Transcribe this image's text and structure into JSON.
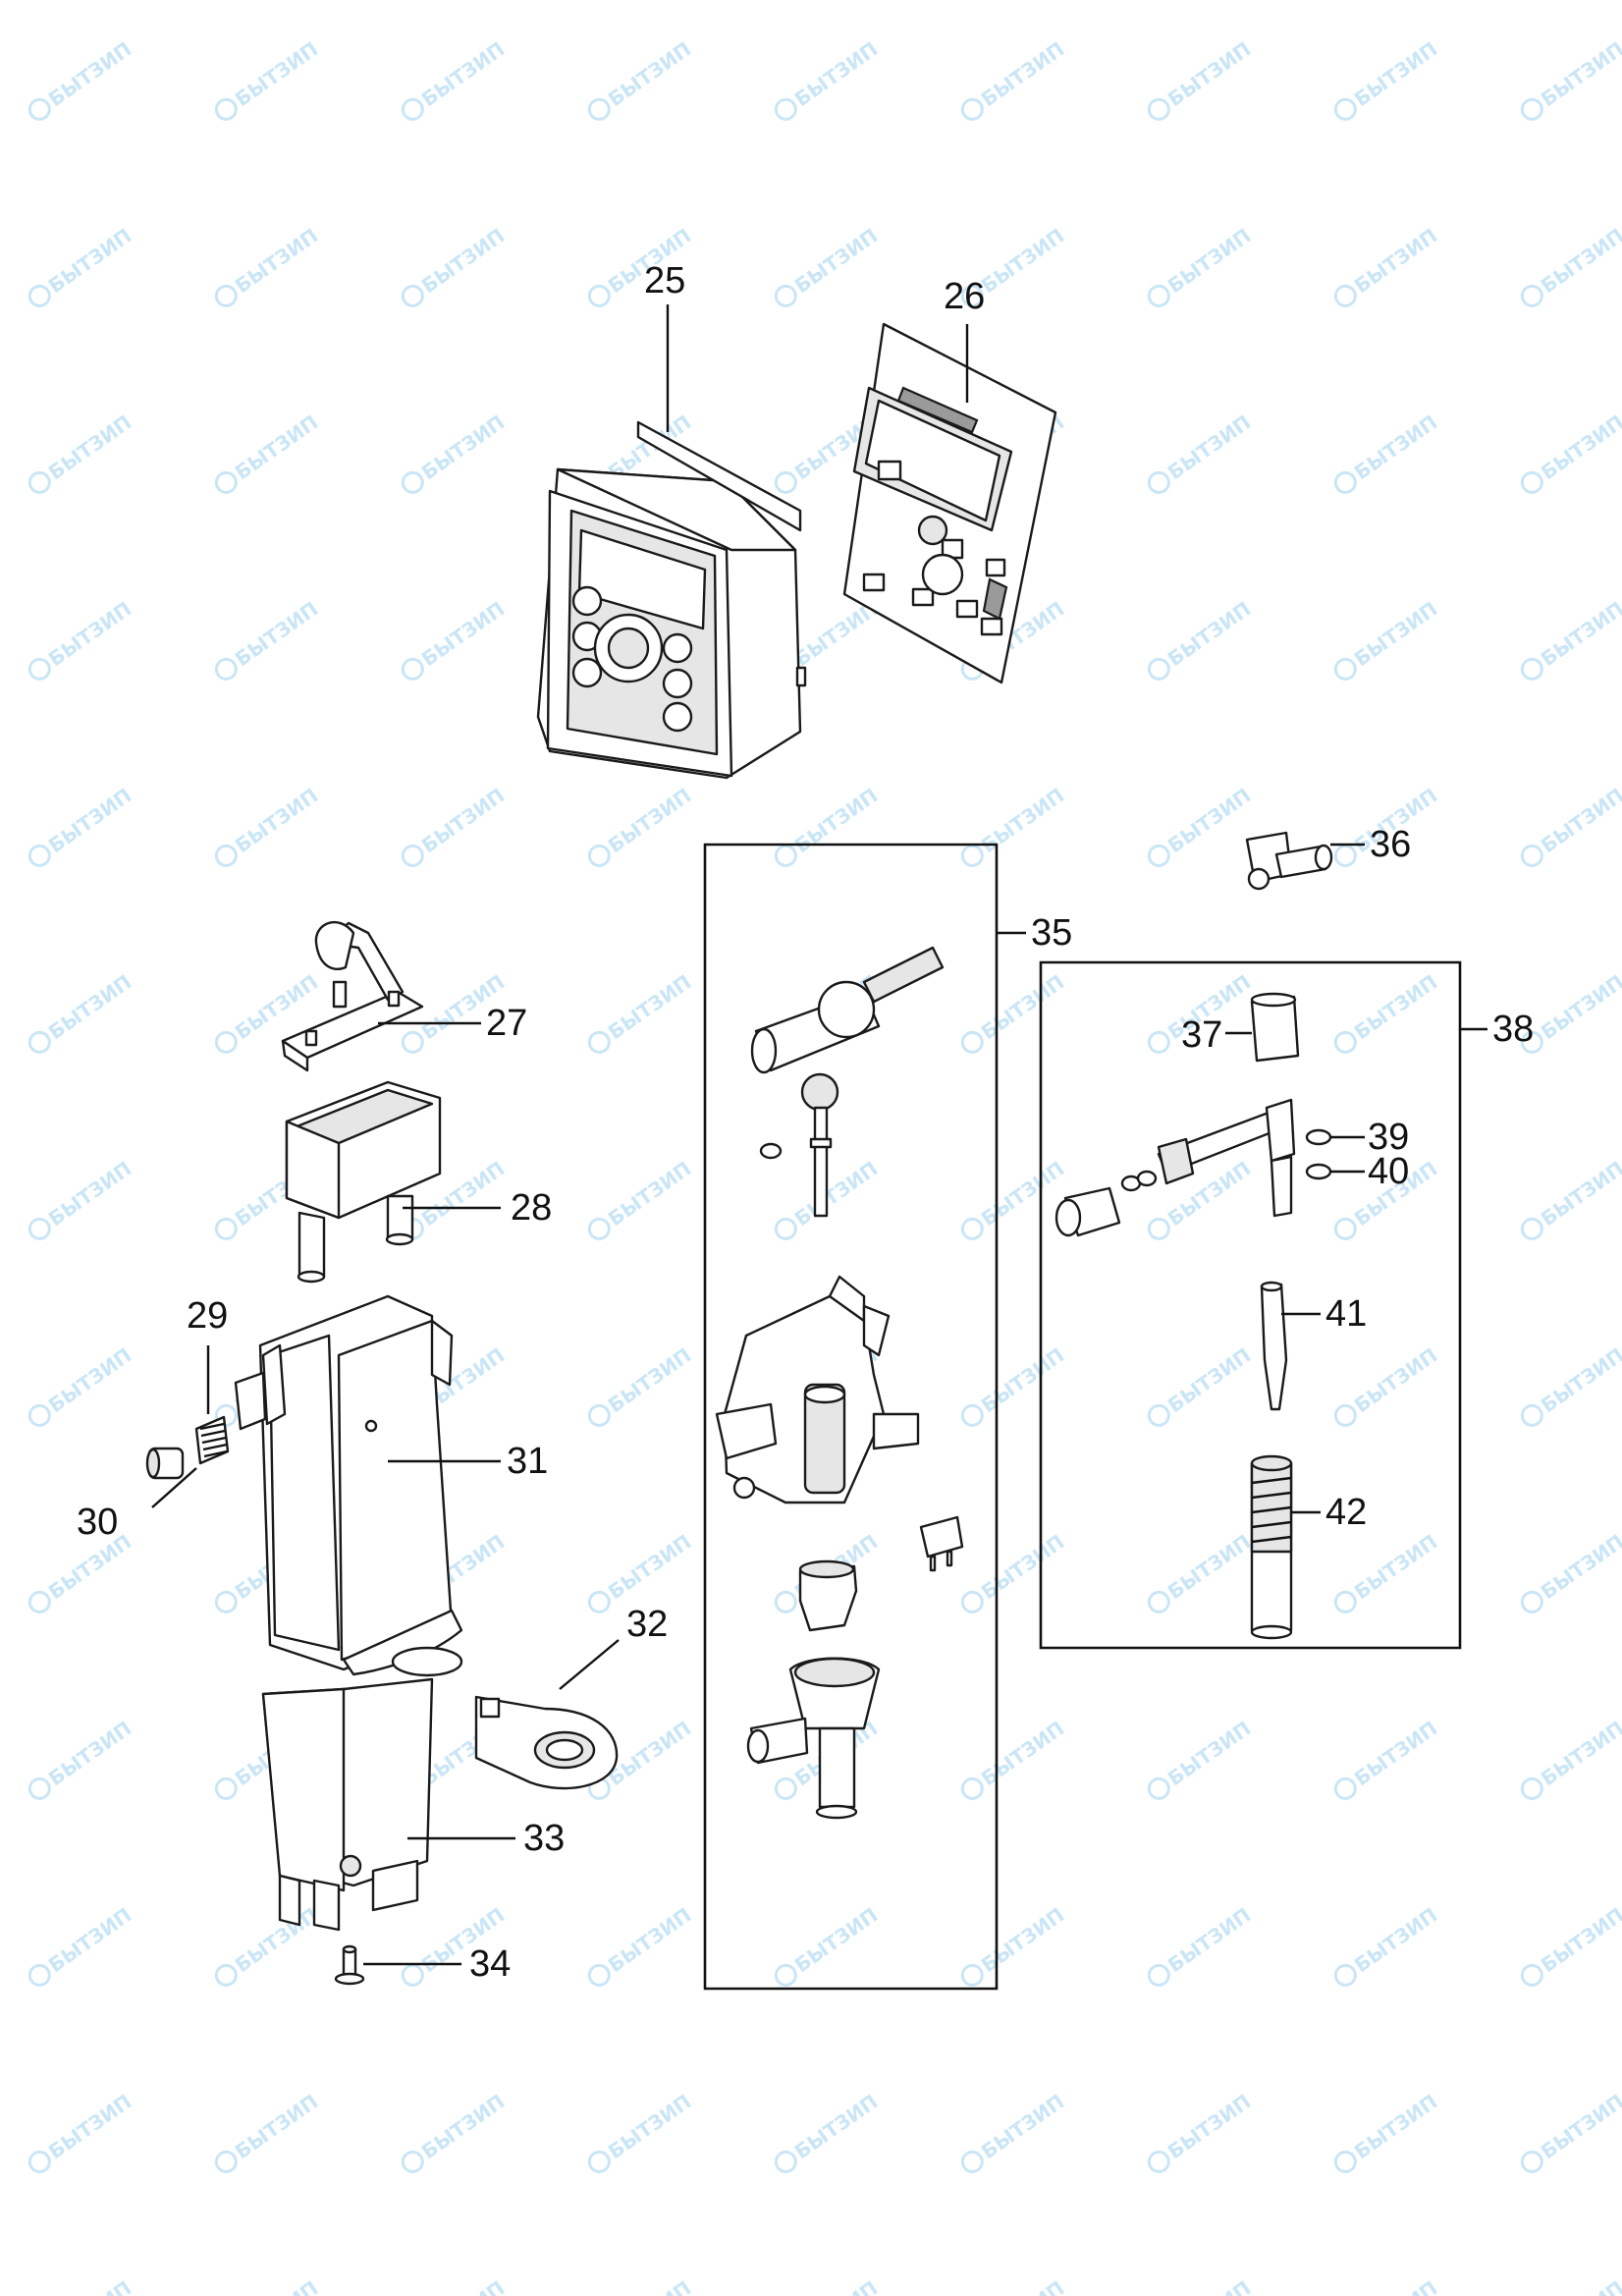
{
  "callouts": [
    {
      "id": "25",
      "text": "25"
    },
    {
      "id": "26",
      "text": "26"
    },
    {
      "id": "27",
      "text": "27"
    },
    {
      "id": "28",
      "text": "28"
    },
    {
      "id": "29",
      "text": "29"
    },
    {
      "id": "30",
      "text": "30"
    },
    {
      "id": "31",
      "text": "31"
    },
    {
      "id": "32",
      "text": "32"
    },
    {
      "id": "33",
      "text": "33"
    },
    {
      "id": "34",
      "text": "34"
    },
    {
      "id": "35",
      "text": "35"
    },
    {
      "id": "36",
      "text": "36"
    },
    {
      "id": "37",
      "text": "37"
    },
    {
      "id": "38",
      "text": "38"
    },
    {
      "id": "39",
      "text": "39"
    },
    {
      "id": "40",
      "text": "40"
    },
    {
      "id": "41",
      "text": "41"
    },
    {
      "id": "42",
      "text": "42"
    }
  ],
  "watermark": {
    "text": "БЫТЗИП",
    "color": "#9fd3ef"
  }
}
